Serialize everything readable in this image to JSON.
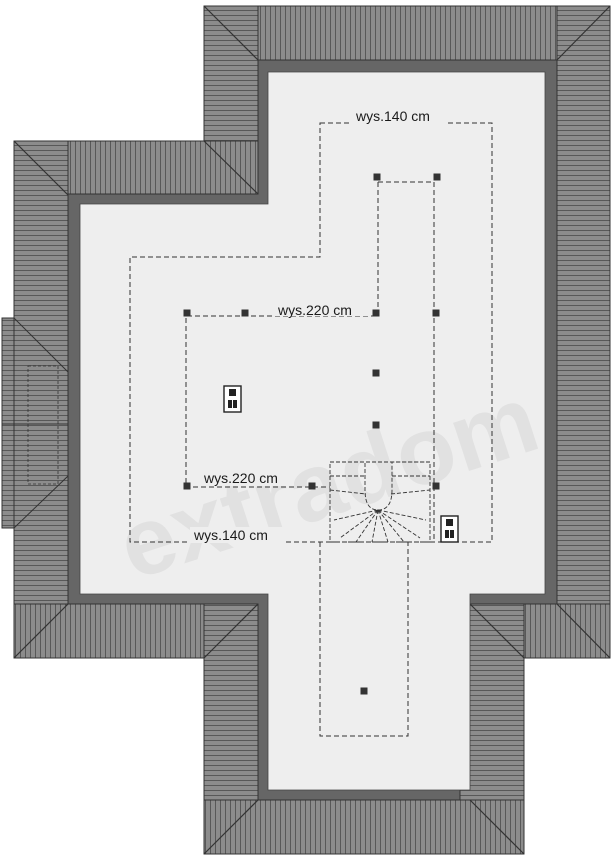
{
  "labels": {
    "top_height": "wys.140 cm",
    "inner_top_height": "wys.220 cm",
    "inner_bottom_height": "wys.220 cm",
    "bottom_height": "wys.140 cm"
  },
  "watermark": "extradom",
  "colors": {
    "roof": "#8c8c8c",
    "roof_line": "#4a4a4a",
    "wall": "#666666",
    "floor": "#eeeeee",
    "dashed": "#333333",
    "post": "#333333"
  },
  "icons": [
    "chimney-icon",
    "chimney-icon",
    "staircase-icon"
  ]
}
